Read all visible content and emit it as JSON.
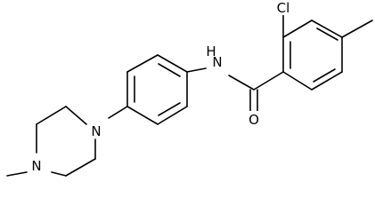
{
  "molecule": {
    "atoms": {
      "chlorine": "Cl",
      "amide_nitrogen": "N",
      "amide_hydrogen": "H",
      "carbonyl_oxygen": "O",
      "piperazine_nitrogen_aryl": "N",
      "piperazine_nitrogen_methyl": "N"
    },
    "colors": {
      "bond": "#000000",
      "label": "#000000",
      "background": "#ffffff"
    }
  }
}
